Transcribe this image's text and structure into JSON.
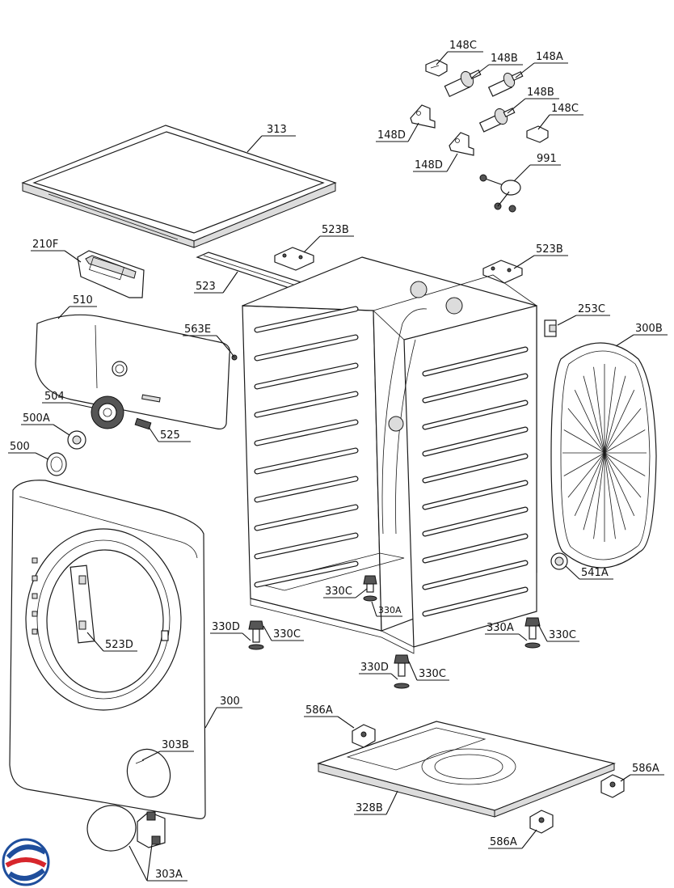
{
  "labels": {
    "l148C_top": "148C",
    "l148B_top": "148B",
    "l148A": "148A",
    "l148B_mid": "148B",
    "l148C_mid": "148C",
    "l148D_left": "148D",
    "l148D_bottom": "148D",
    "l991": "991",
    "l313": "313",
    "l523B_top": "523B",
    "l523B_right": "523B",
    "l210F": "210F",
    "l523": "523",
    "l510": "510",
    "l563E": "563E",
    "l253C": "253C",
    "l300B": "300B",
    "l504": "504",
    "l500A": "500A",
    "l525": "525",
    "l500": "500",
    "l541A": "541A",
    "l330C_inner": "330C",
    "l330A_inner": "330A",
    "l330D_left": "330D",
    "l330C_left": "330C",
    "l330A_right": "330A",
    "l330C_right": "330C",
    "l523D": "523D",
    "l330D_bottom": "330D",
    "l330C_bottom": "330C",
    "l300": "300",
    "l586A_left": "586A",
    "l303B": "303B",
    "l586A_right": "586A",
    "l328B": "328B",
    "l586A_bottom": "586A",
    "l303A": "303A"
  },
  "colors": {
    "logo_red": "#d7262c",
    "logo_blue": "#1f4e9c"
  },
  "logo": {
    "icon": "brand-swirl-logo"
  }
}
